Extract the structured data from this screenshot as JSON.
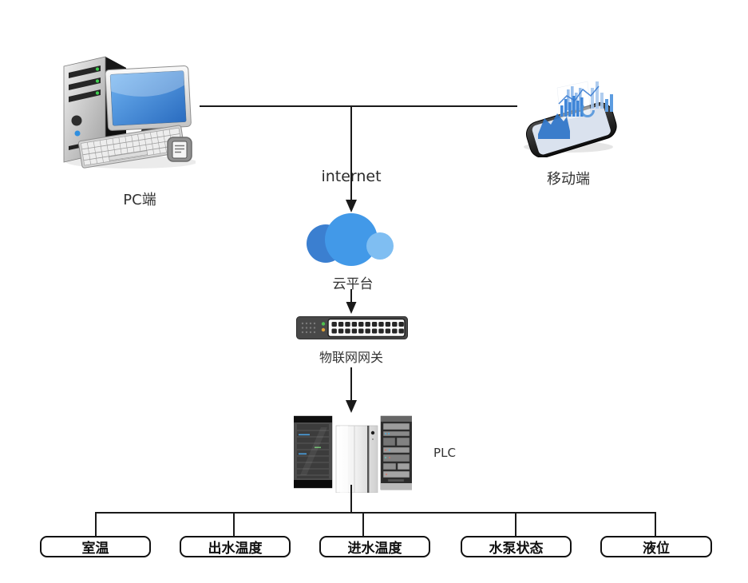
{
  "diagram": {
    "title": "IoT heating monitoring architecture",
    "background": "#ffffff",
    "line_color": "#1a1a1a",
    "nodes": {
      "pc": {
        "label": "PC端"
      },
      "mobile": {
        "label": "移动端"
      },
      "internet": {
        "label": "internet"
      },
      "cloud": {
        "label": "云平台"
      },
      "gateway": {
        "label": "物联网网关"
      },
      "plc": {
        "label": "PLC"
      }
    },
    "sensors": [
      {
        "label": "室温"
      },
      {
        "label": "出水温度"
      },
      {
        "label": "进水温度"
      },
      {
        "label": "水泵状态"
      },
      {
        "label": "液位"
      }
    ],
    "colors": {
      "cloud_main": "#4299e8",
      "cloud_left": "#3b7fd0",
      "cloud_right": "#7fbef2",
      "led_green": "#4fc14f",
      "led_orange": "#e0a33a",
      "pc_screen_blue": "#3d8fe0"
    }
  }
}
